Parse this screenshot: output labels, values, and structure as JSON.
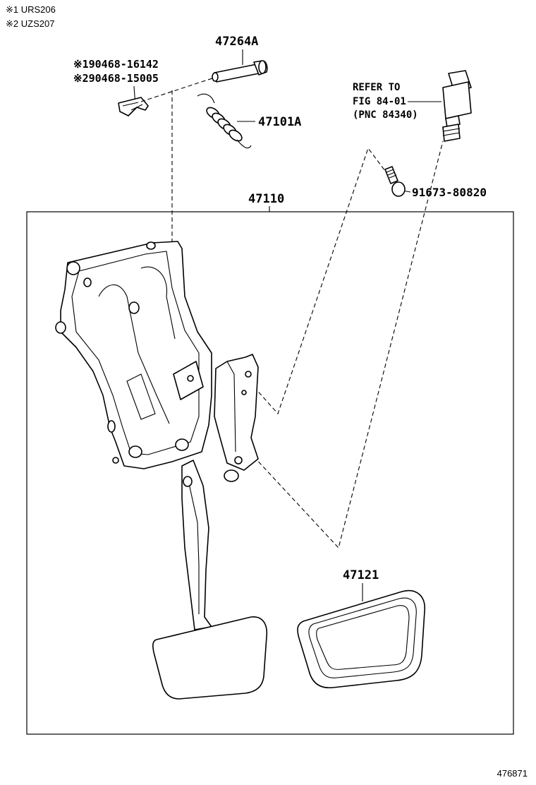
{
  "notes": {
    "note_1": "※1 URS206",
    "note_2": "※2 UZS207"
  },
  "callouts": {
    "pin": "47264A",
    "clip_1": "※190468-16142",
    "clip_2": "※290468-15005",
    "spring": "47101A",
    "refer_line1": "REFER TO",
    "refer_line2": "FIG 84-01",
    "refer_line3": "(PNC 84340)",
    "bolt": "91673-80820",
    "assembly": "47110",
    "pedal_pad": "47121"
  },
  "figure_id": "476871"
}
